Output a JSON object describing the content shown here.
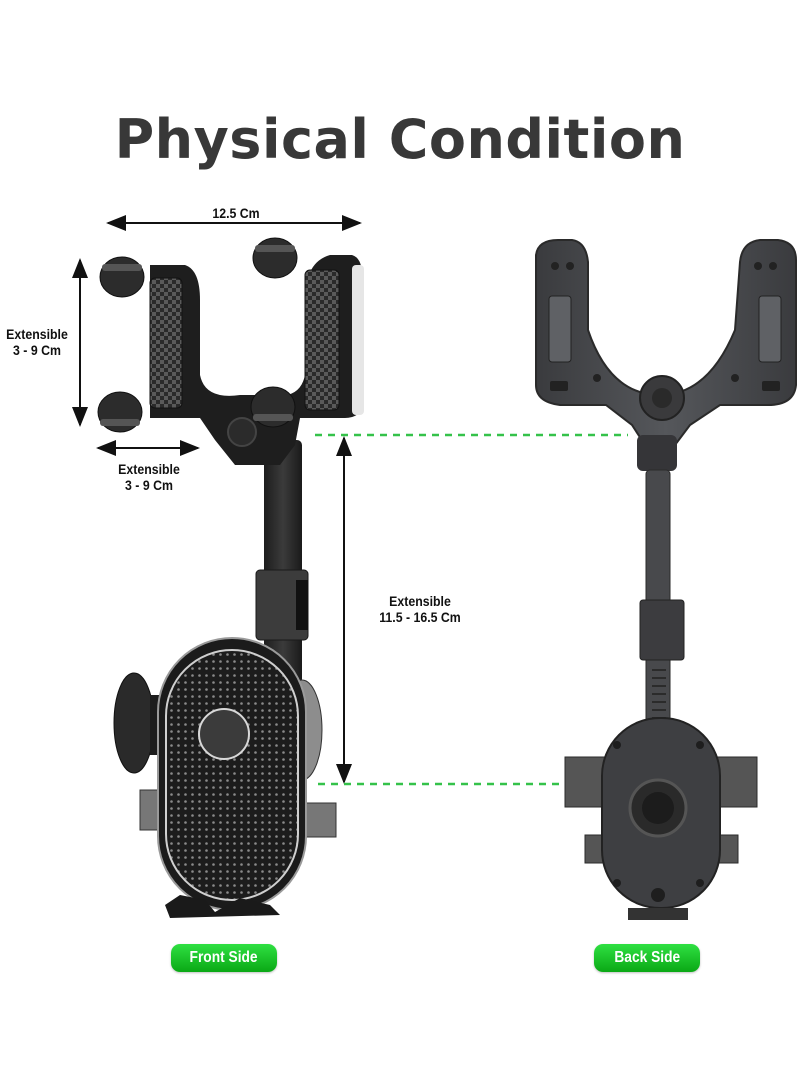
{
  "title": "Physical Condition",
  "dimensions": {
    "width": {
      "label": "12.5 Cm"
    },
    "grip_height": {
      "line1": "Extensible",
      "line2": "3 - 9 Cm"
    },
    "grip_width": {
      "line1": "Extensible",
      "line2": "3 - 9 Cm"
    },
    "arm_length": {
      "line1": "Extensible",
      "line2": "11.5 - 16.5 Cm"
    }
  },
  "labels": {
    "front": "Front Side",
    "back": "Back Side"
  },
  "colors": {
    "title": "#383838",
    "guide_line": "#35c24a",
    "pill_green": "#11b51e",
    "product_dark": "#2b2b2b",
    "product_mid": "#4a4b4e"
  }
}
